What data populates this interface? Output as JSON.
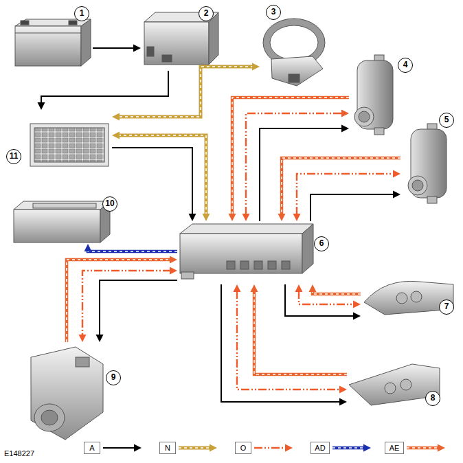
{
  "diagram": {
    "nodes": [
      {
        "text": [
          "1"
        ]
      },
      {
        "text": [
          "2"
        ]
      },
      {
        "text": [
          "3"
        ]
      },
      {
        "text": [
          "4"
        ]
      },
      {
        "text": [
          "5"
        ]
      },
      {
        "text": [
          "6"
        ]
      },
      {
        "text": [
          "7"
        ]
      },
      {
        "text": [
          "8"
        ]
      },
      {
        "text": [
          "9"
        ]
      },
      {
        "text": [
          "10"
        ]
      },
      {
        "text": [
          "11"
        ]
      }
    ],
    "edges": [
      {
        "from": 0,
        "to": 1,
        "arrow": "to"
      },
      {
        "from": 1,
        "to": 10,
        "arrow": "to"
      },
      {
        "from": 2,
        "to": 10,
        "arrow": "both"
      },
      {
        "from": 10,
        "to": 5,
        "arrow": "both"
      },
      {
        "from": 10,
        "to": 5,
        "arrow": "to"
      },
      {
        "from": 3,
        "to": 5,
        "arrow": "to"
      },
      {
        "from": 5,
        "to": 3,
        "arrow": "both"
      },
      {
        "from": 5,
        "to": 3,
        "arrow": "to"
      },
      {
        "from": 4,
        "to": 5,
        "arrow": "to"
      },
      {
        "from": 5,
        "to": 4,
        "arrow": "both"
      },
      {
        "from": 5,
        "to": 4,
        "arrow": "to"
      },
      {
        "from": 6,
        "to": 5,
        "arrow": "to"
      },
      {
        "from": 5,
        "to": 6,
        "arrow": "both"
      },
      {
        "from": 5,
        "to": 6,
        "arrow": "to"
      },
      {
        "from": 7,
        "to": 5,
        "arrow": "to"
      },
      {
        "from": 5,
        "to": 7,
        "arrow": "both"
      },
      {
        "from": 5,
        "to": 7,
        "arrow": "to"
      },
      {
        "from": 8,
        "to": 5,
        "arrow": "to"
      },
      {
        "from": 5,
        "to": 8,
        "arrow": "both"
      },
      {
        "from": 5,
        "to": 8,
        "arrow": "to"
      },
      {
        "from": 5,
        "to": 9,
        "arrow": "to"
      }
    ],
    "labels": [
      "E148227"
    ],
    "legend": [
      {
        "text": "A"
      },
      {
        "text": "N"
      },
      {
        "text": "O"
      },
      {
        "text": "AD"
      },
      {
        "text": "AE"
      }
    ]
  }
}
